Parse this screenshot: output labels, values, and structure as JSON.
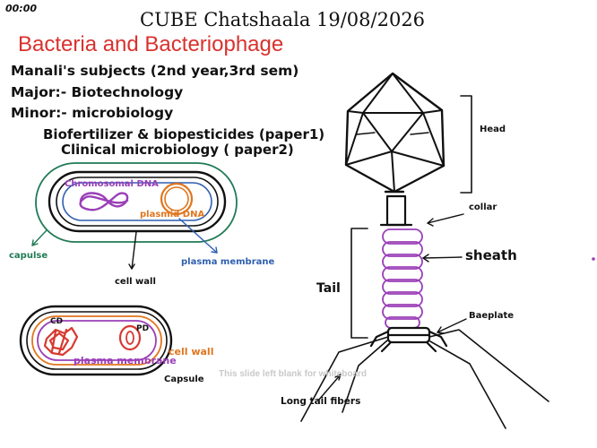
{
  "timer": "00:00",
  "header": {
    "title": "CUBE Chatshaala 19/08/2026",
    "subtitle": "Bacteria and Bacteriophage"
  },
  "notes": {
    "subjects": "Manali's subjects  (2nd year,3rd sem)",
    "major": "Major:- Biotechnology",
    "minor": "Minor:- microbiology",
    "paper1": "Biofertilizer & biopesticides (paper1)",
    "paper2": "Clinical microbiology ( paper2)"
  },
  "bacteria_diagram_1": {
    "chromosomal_dna": "Chromosomal DNA",
    "plasmid_dna": "plasmid DNA",
    "capsule": "capulse",
    "plasma_membrane": "plasma membrane",
    "cell_wall": "cell wall"
  },
  "bacteria_diagram_2": {
    "cd": "CD",
    "pd": "PD",
    "cell_wall": "cell wall",
    "plasma_membrane": "plasma membrane",
    "capsule": "Capsule"
  },
  "phage_diagram": {
    "head": "Head",
    "collar": "collar",
    "sheath": "sheath",
    "tail": "Tail",
    "baseplate": "Baeplate",
    "tail_fibers": "Long tail fibers"
  },
  "watermark": "This slide left blank for whiteboard",
  "colors": {
    "title_red": "#d8322e",
    "capsule_green": "#1f7a55",
    "membrane_blue": "#2f5fb0",
    "dna_purple": "#9b3fb8",
    "plasmid_orange": "#e0761f",
    "dna_red": "#d63a30",
    "ink": "#111111"
  }
}
